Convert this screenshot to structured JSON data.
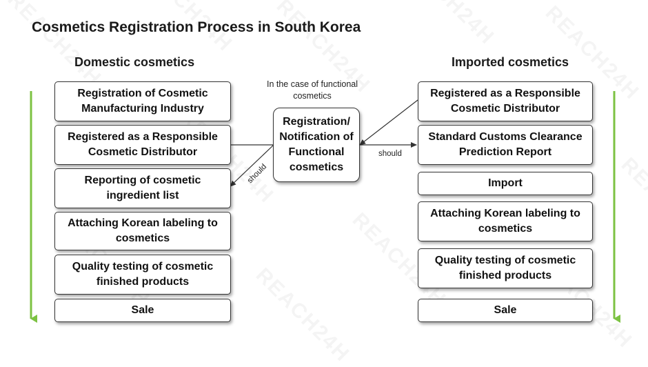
{
  "watermark": "REACH24H",
  "title": "Cosmetics Registration Process in South Korea",
  "domestic": {
    "heading": "Domestic cosmetics",
    "steps": [
      "Registration of Cosmetic Manufacturing Industry",
      "Registered as a Responsible Cosmetic Distributor",
      "Reporting of cosmetic ingredient list",
      "Attaching Korean labeling to cosmetics",
      "Quality testing of cosmetic finished products",
      "Sale"
    ]
  },
  "imported": {
    "heading": "Imported cosmetics",
    "steps": [
      "Registered as a Responsible Cosmetic Distributor",
      "Standard Customs Clearance Prediction Report",
      "Import",
      "Attaching Korean labeling to cosmetics",
      "Quality testing of cosmetic finished products",
      "Sale"
    ]
  },
  "functional": {
    "note": "In the case of functional cosmetics",
    "box": "Registration/ Notification of Functional cosmetics",
    "should_left": "should",
    "should_right": "should"
  },
  "colors": {
    "flow_arrow": "#7cc242",
    "border": "#333333",
    "connector": "#333333"
  }
}
